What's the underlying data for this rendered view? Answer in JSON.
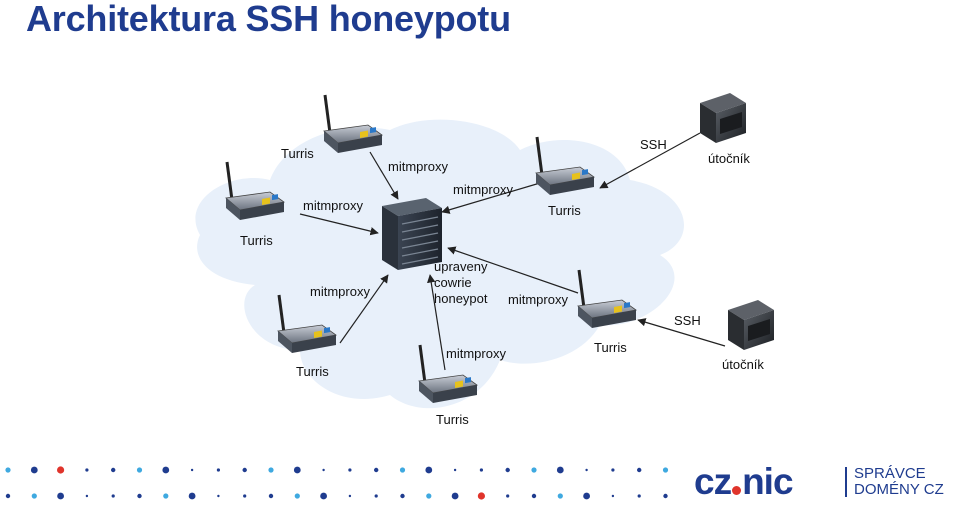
{
  "title": "Architektura SSH honeypotu",
  "labels": {
    "turris_top": "Turris",
    "mitm_top": "mitmproxy",
    "turris_left": "Turris",
    "mitm_left": "mitmproxy",
    "mitm_right_top": "mitmproxy",
    "turris_right_top": "Turris",
    "ssh_top": "SSH",
    "attacker_top": "útočník",
    "mitm_bottom_left": "mitmproxy",
    "turris_bottom_left": "Turris",
    "server_line1": "upraveny",
    "server_line2": "cowrie",
    "server_line3": "honeypot",
    "mitm_bottom_center": "mitmproxy",
    "turris_bottom_center": "Turris",
    "mitm_bottom_right": "mitmproxy",
    "turris_bottom_right": "Turris",
    "ssh_bottom": "SSH",
    "attacker_bottom": "útočník"
  },
  "logo": {
    "text_left": "cz",
    "text_right": "nic",
    "sub_line1": "SPRÁVCE",
    "sub_line2": "DOMÉNY CZ"
  },
  "colors": {
    "title": "#1f3c8f",
    "cloud": "#e8f0fa",
    "dot_dark": "#1f3c8f",
    "dot_light": "#3fa9e0",
    "dot_red": "#e0342b"
  },
  "icons": [
    "router-icon",
    "server-icon",
    "attacker-device-icon",
    "arrow-icon"
  ]
}
